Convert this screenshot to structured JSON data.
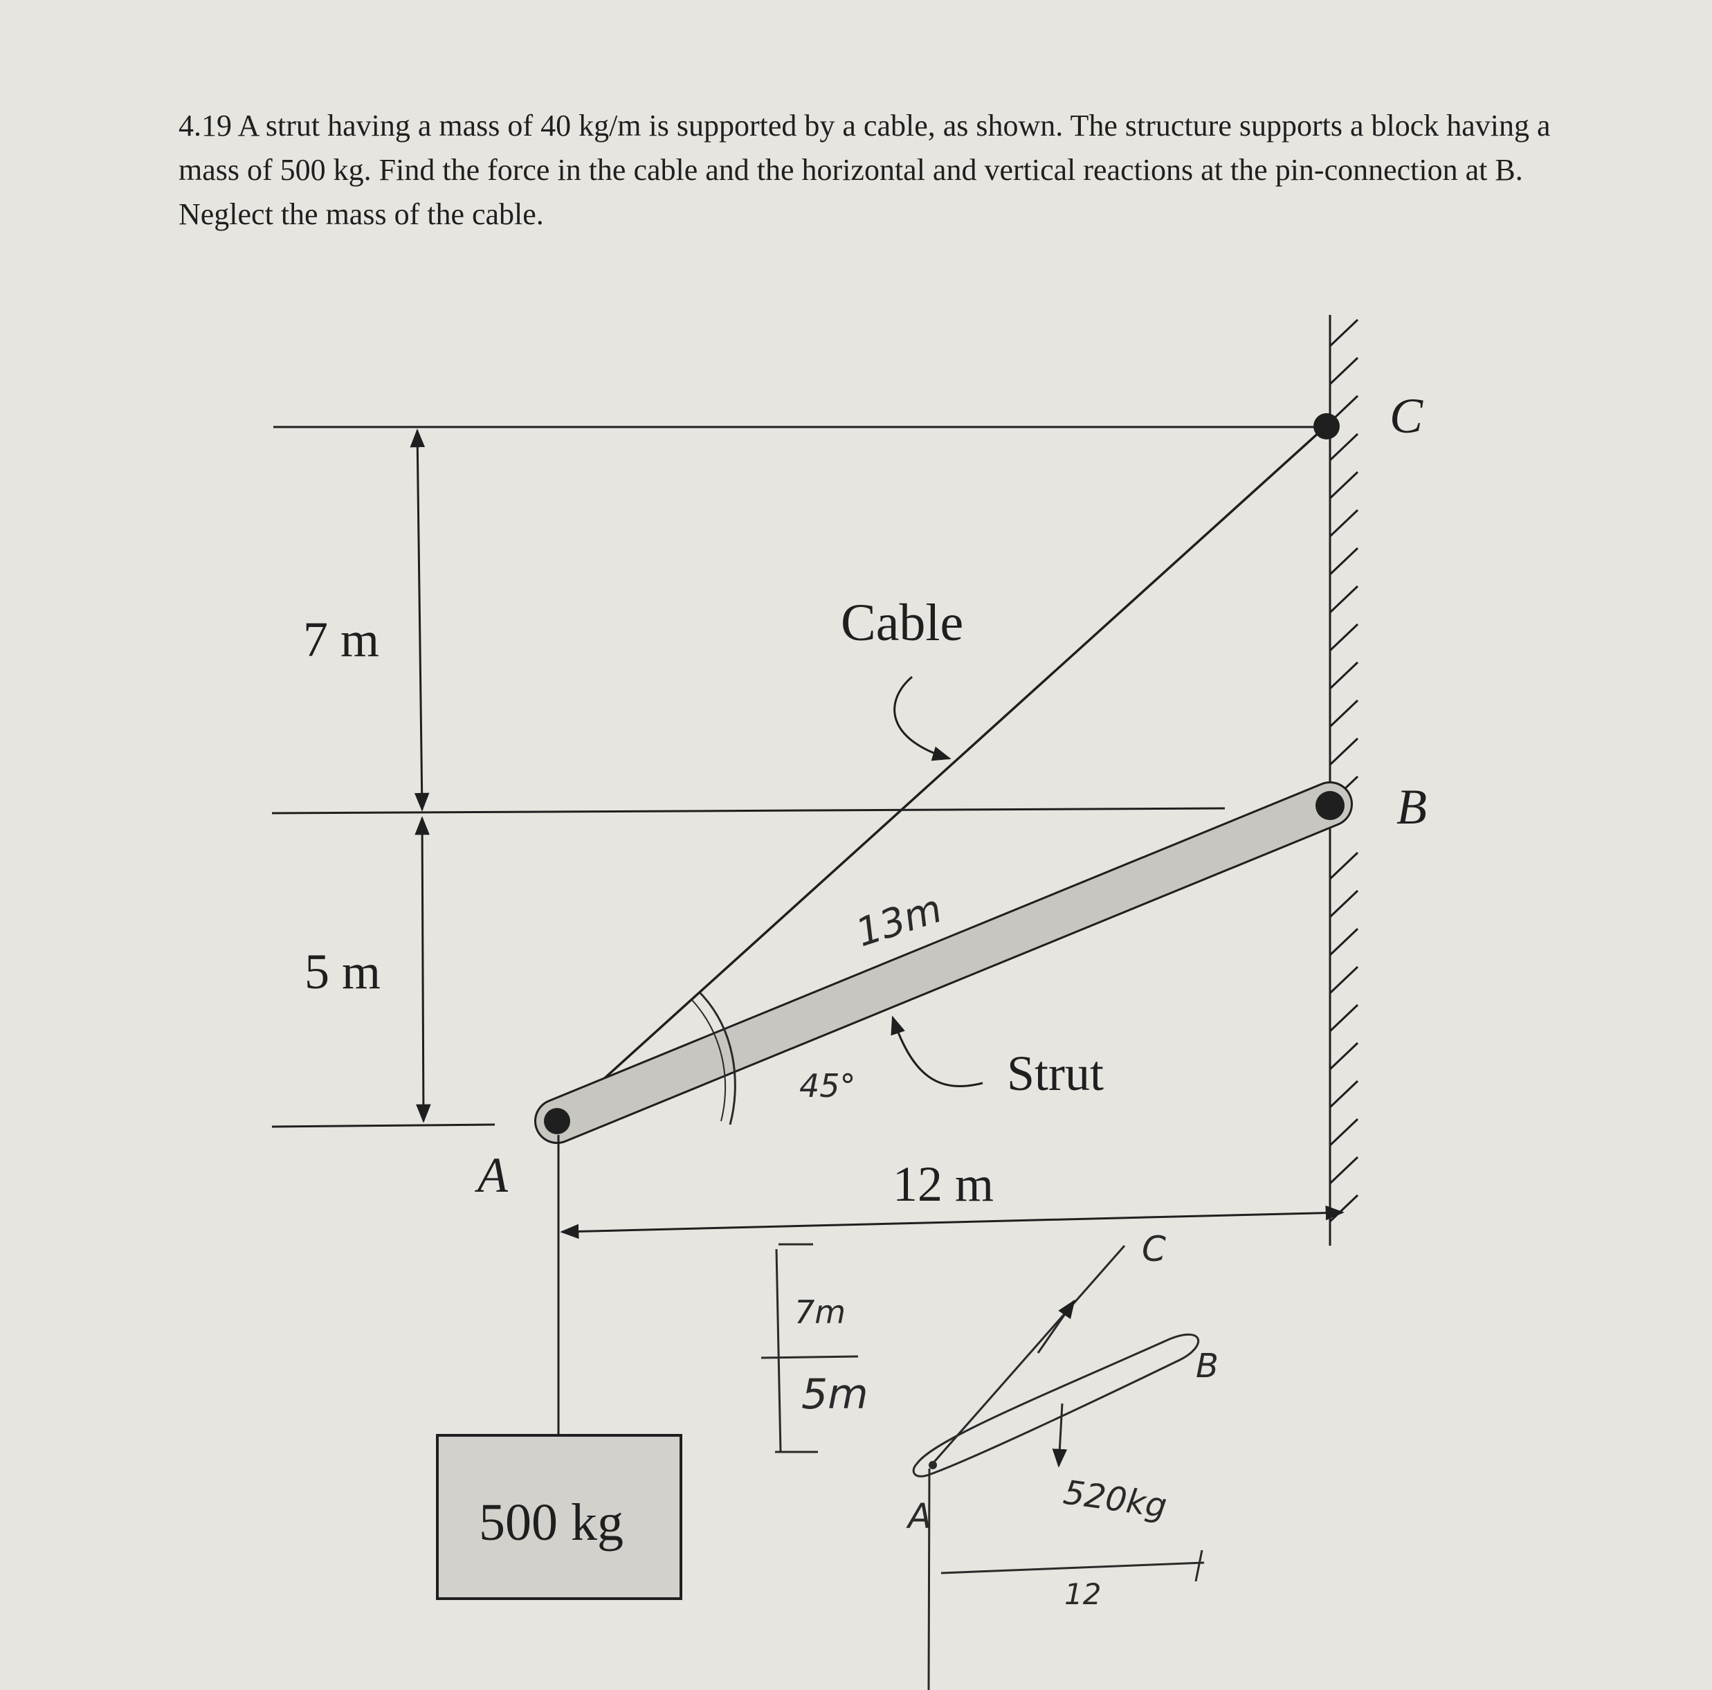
{
  "problem": {
    "text": "4.19 A strut having a mass of 40 kg/m is supported by a cable, as shown. The structure supports a block having a mass of 500 kg. Find the force in the cable and the horizontal and vertical reactions at the pin-connection at B. Neglect the mass of the cable."
  },
  "figure": {
    "dim_top": "7 m",
    "dim_bottom": "5 m",
    "dim_horizontal": "12 m",
    "cable_label": "Cable",
    "strut_label": "Strut",
    "point_a": "A",
    "point_b": "B",
    "point_c": "C",
    "block_label": "500 kg"
  },
  "handwriting": {
    "strut_length": "13m",
    "angle": "45°",
    "dim_7": "7m",
    "dim_5": "5m",
    "fbd_c": "C",
    "fbd_b": "B",
    "fbd_a": "A",
    "fbd_weight": "520kg",
    "fbd_length": "12"
  },
  "colors": {
    "paper": "#e7e5e0",
    "ink": "#1f1f1f",
    "strut_fill": "#c8c6c1",
    "block_fill": "#d3d1cc",
    "pencil": "#2a2a2a"
  }
}
